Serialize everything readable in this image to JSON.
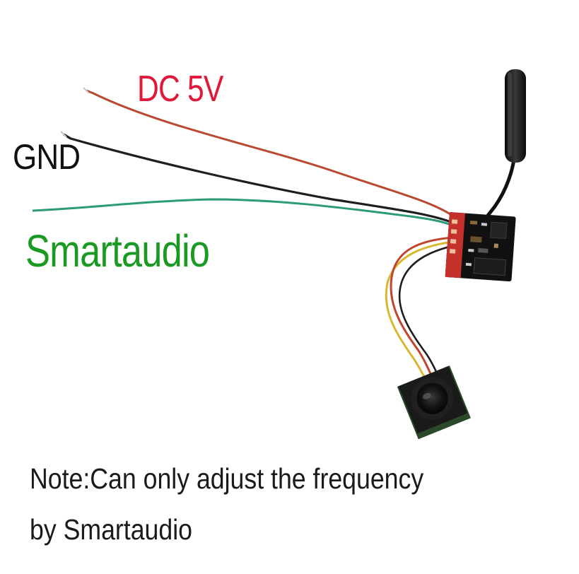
{
  "labels": {
    "dc_5v": "DC 5V",
    "gnd": "GND",
    "smartaudio": "Smartaudio"
  },
  "note": {
    "line1": "Note:Can only adjust the frequency",
    "line2": "by Smartaudio"
  },
  "colors": {
    "dc_5v": "#e0193a",
    "gnd": "#111111",
    "smartaudio": "#1a9a22",
    "wire_red": "#b94a32",
    "wire_black": "#1e1e1e",
    "wire_green": "#2a9a78",
    "wire_yellow": "#d8b830",
    "pcb_red": "#c5302a"
  }
}
